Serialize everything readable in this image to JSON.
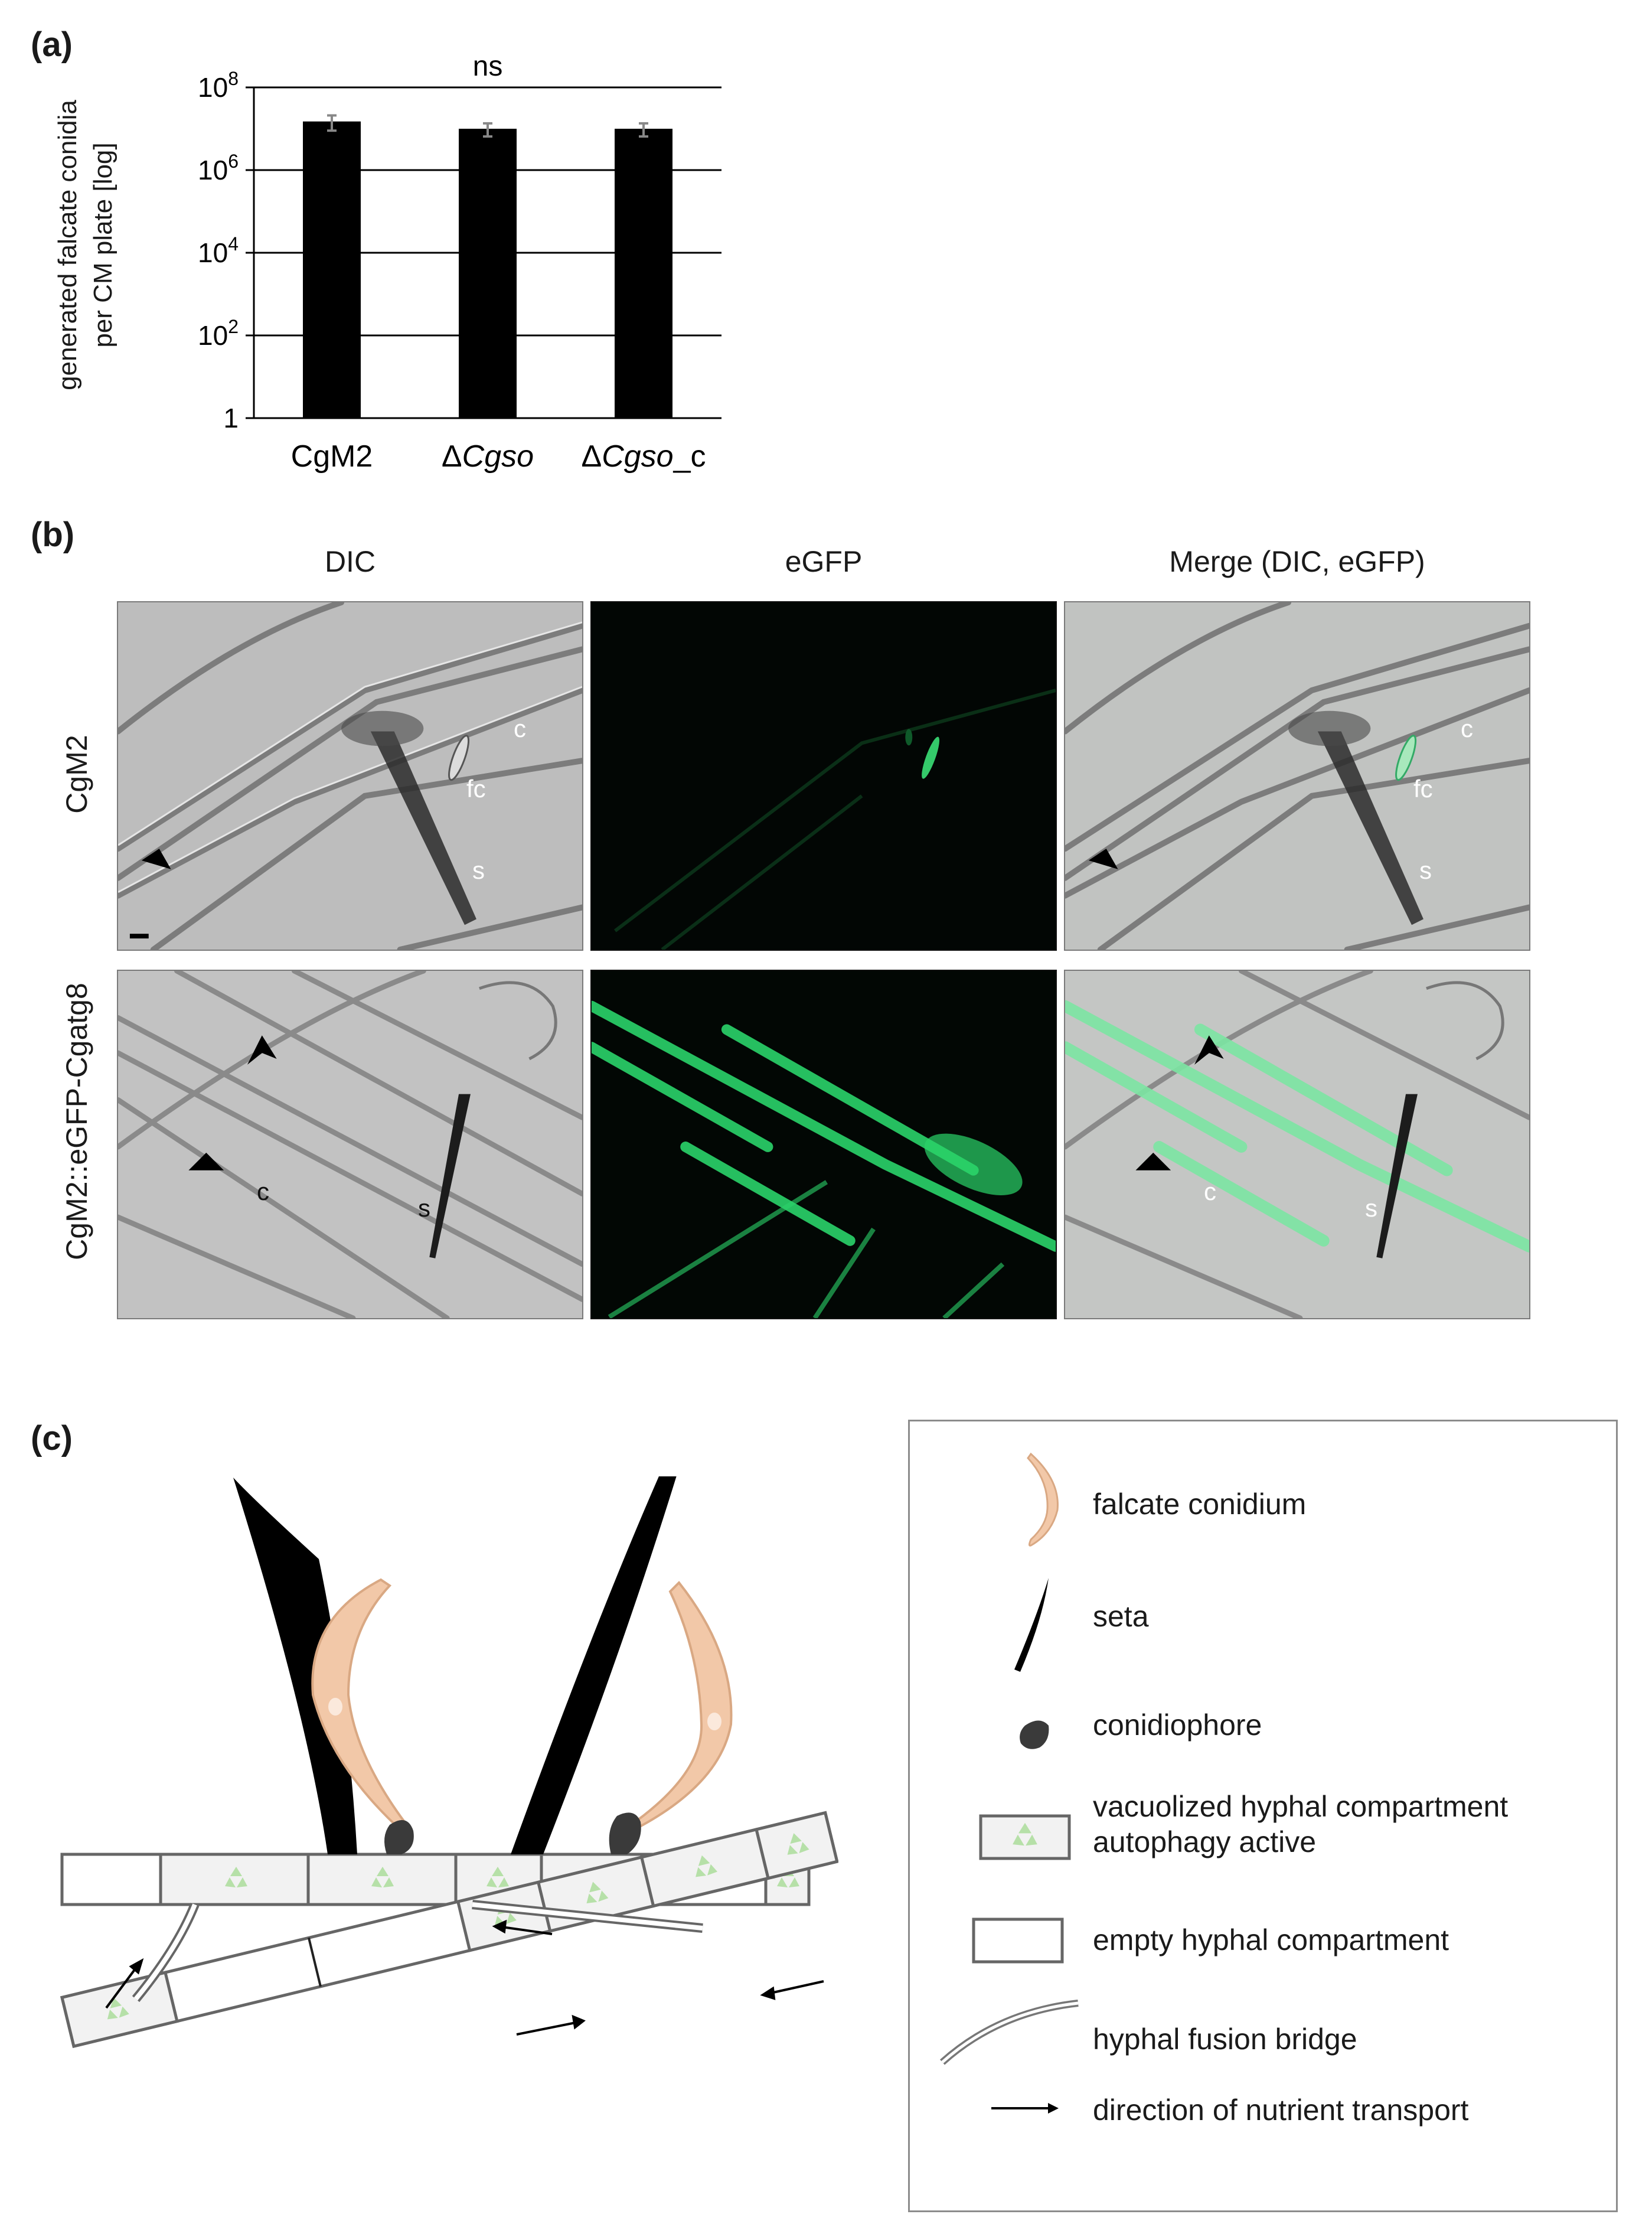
{
  "panels": {
    "a": {
      "label": "(a)"
    },
    "b": {
      "label": "(b)"
    },
    "c": {
      "label": "(c)"
    }
  },
  "chart_data": {
    "type": "bar",
    "categories": [
      "CgM2",
      "ΔCgso",
      "ΔCgso_c"
    ],
    "category_parts": [
      {
        "pre": "CgM2",
        "ital": "",
        "post": ""
      },
      {
        "pre": "Δ",
        "ital": "Cgso",
        "post": ""
      },
      {
        "pre": "Δ",
        "ital": "Cgso",
        "post": "_c"
      }
    ],
    "values": [
      15000000,
      10000000,
      10000000
    ],
    "errors": [
      6000000,
      3500000,
      3500000
    ],
    "ylabel_line1": "generated falcate conidia",
    "ylabel_line2": "per CM plate [log]",
    "yscale": "log",
    "ylim": [
      1,
      100000000
    ],
    "yticks": [
      {
        "base": "1",
        "exp": "",
        "value": 1
      },
      {
        "base": "10",
        "exp": "2",
        "value": 100
      },
      {
        "base": "10",
        "exp": "4",
        "value": 10000
      },
      {
        "base": "10",
        "exp": "6",
        "value": 1000000
      },
      {
        "base": "10",
        "exp": "8",
        "value": 100000000
      }
    ],
    "annotation": "ns",
    "grid": true,
    "bar_color": "#000000"
  },
  "micrographs": {
    "columns": [
      "DIC",
      "eGFP",
      "Merge (DIC, eGFP)"
    ],
    "rows": [
      "CgM2",
      "CgM2::eGFP-Cgatg8"
    ],
    "labels": {
      "c": "c",
      "fc": "fc",
      "s": "s"
    }
  },
  "legend": {
    "items": [
      {
        "icon": "falcate-conidium-icon",
        "text": "falcate conidium"
      },
      {
        "icon": "seta-icon",
        "text": "seta"
      },
      {
        "icon": "conidiophore-icon",
        "text": "conidiophore"
      },
      {
        "icon": "vacuolized-compartment-icon",
        "text": "vacuolized hyphal compartment",
        "text2": "autophagy active"
      },
      {
        "icon": "empty-compartment-icon",
        "text": "empty hyphal compartment"
      },
      {
        "icon": "fusion-bridge-icon",
        "text": "hyphal fusion bridge"
      },
      {
        "icon": "arrow-icon",
        "text": "direction of nutrient transport"
      }
    ]
  },
  "colors": {
    "conidium": "#f2c8a8",
    "conidium_edge": "#d9a883",
    "seta": "#000000",
    "conidiophore": "#3a3a3a",
    "recycle": "#b6e0a8",
    "gfp": "#3ee07a",
    "hypha_edge": "#666666"
  }
}
